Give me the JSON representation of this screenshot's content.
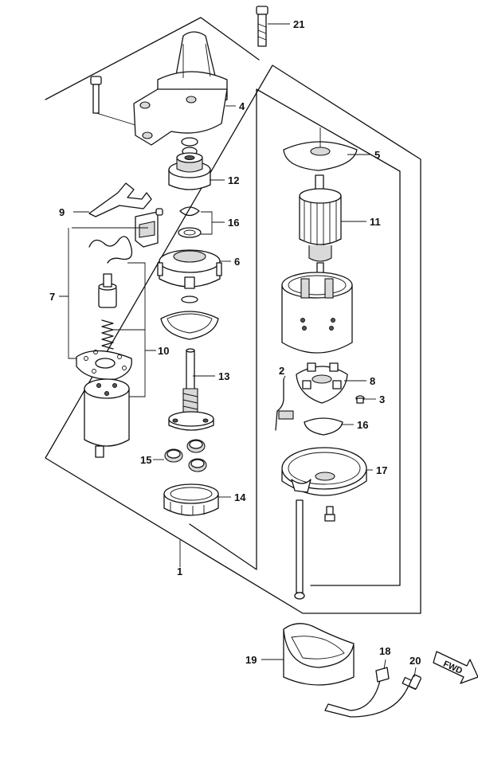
{
  "callouts": {
    "c1": "1",
    "c2": "2",
    "c3": "3",
    "c4": "4",
    "c5": "5",
    "c6": "6",
    "c7": "7",
    "c8": "8",
    "c9": "9",
    "c10": "10",
    "c11": "11",
    "c12": "12",
    "c13": "13",
    "c14": "14",
    "c15": "15",
    "c16a": "16",
    "c16b": "16",
    "c17": "17",
    "c18": "18",
    "c19": "19",
    "c20": "20",
    "c21": "21"
  },
  "direction_marker": {
    "label": "FWD"
  }
}
